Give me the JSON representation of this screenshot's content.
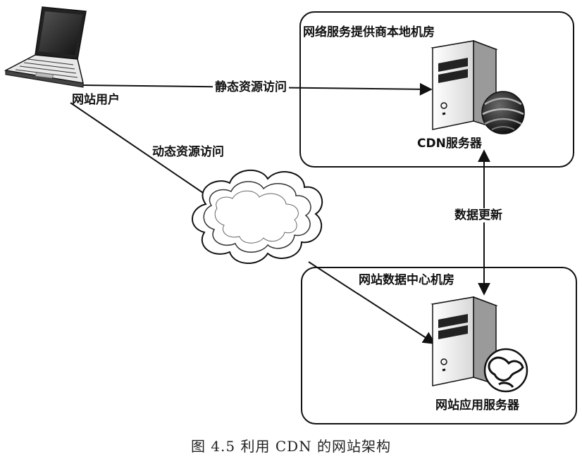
{
  "labels": {
    "user": "网站用户",
    "isp_room": "网络服务提供商本地机房",
    "cdn_server": "CDN服务器",
    "static_access": "静态资源访问",
    "dynamic_access": "动态资源访问",
    "data_update": "数据更新",
    "data_center": "网站数据中心机房",
    "app_server": "网站应用服务器"
  },
  "caption": "图 4.5    利用 CDN 的网站架构",
  "colors": {
    "line": "#111111",
    "server_body": "#f2f2f2",
    "server_side": "#9a9a9a",
    "globe_dark": "#1a1a1a"
  },
  "icons": [
    "laptop-icon",
    "cloud-icon",
    "server-icon",
    "globe-icon"
  ]
}
